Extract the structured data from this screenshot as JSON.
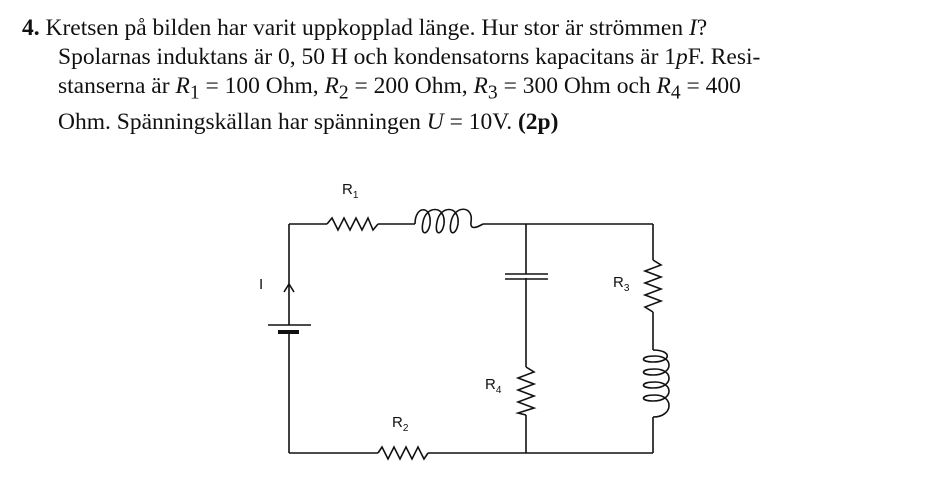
{
  "problem": {
    "number": "4.",
    "line1": "Kretsen på bilden har varit uppkopplad länge. Hur stor är strömmen ",
    "line1_var": "I",
    "line1_end": "?",
    "line2a": "Spolarnas induktans är 0, 50 H och kondensatorns kapacitans är 1",
    "line2_p": "p",
    "line2b": "F. Resi-",
    "line3a": "stanserna är ",
    "r1": "R",
    "r1_sub": "1",
    "line3b": " = 100 Ohm, ",
    "r2": "R",
    "r2_sub": "2",
    "line3c": " = 200 Ohm, ",
    "r3": "R",
    "r3_sub": "3",
    "line3d": " = 300 Ohm och ",
    "r4": "R",
    "r4_sub": "4",
    "line3e": " = 400",
    "line4a": "Ohm. Spänningskällan har spänningen ",
    "u": "U",
    "line4b": " = 10V. ",
    "points": "(2p)"
  },
  "diagram": {
    "current_label": "I",
    "R1": {
      "main": "R",
      "sub": "1"
    },
    "R2": {
      "main": "R",
      "sub": "2"
    },
    "R3": {
      "main": "R",
      "sub": "3"
    },
    "R4": {
      "main": "R",
      "sub": "4"
    }
  }
}
